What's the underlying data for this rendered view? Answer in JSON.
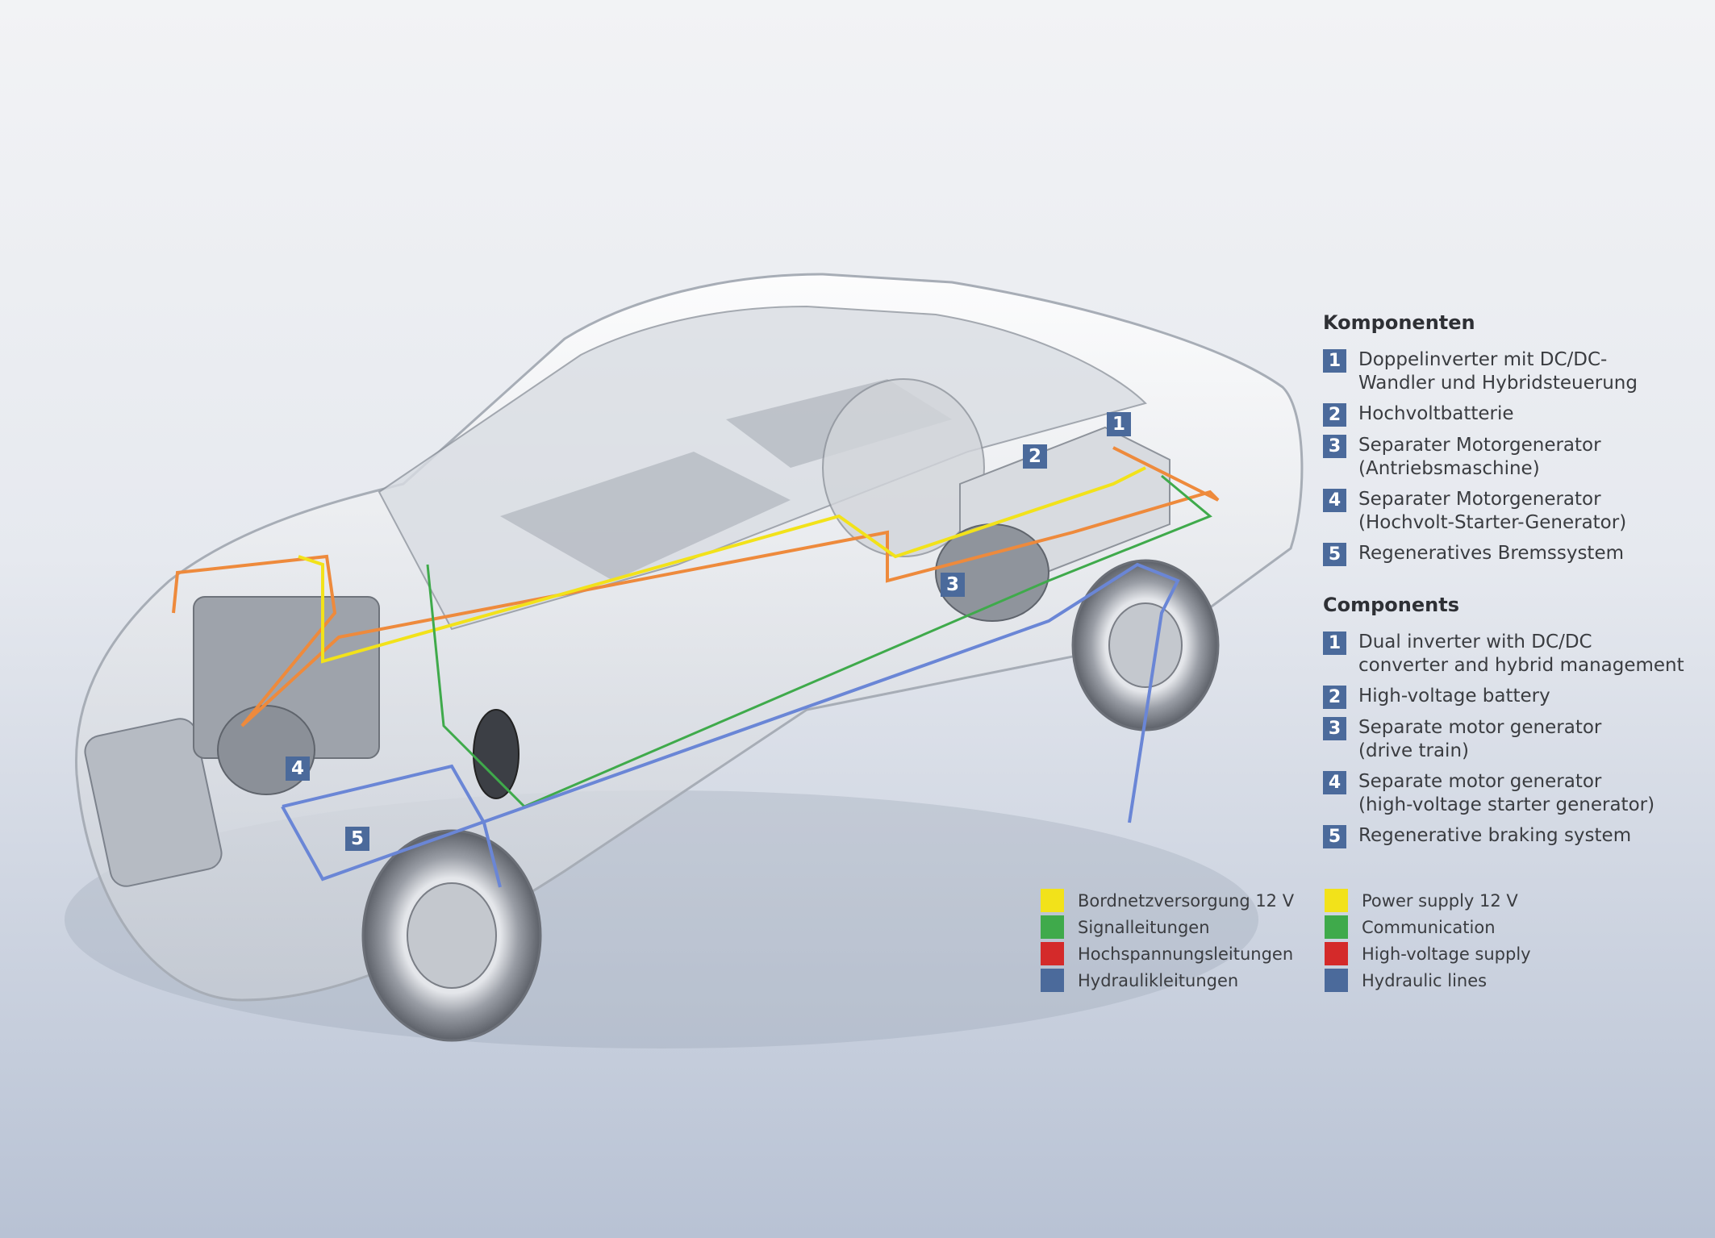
{
  "markers": [
    "1",
    "2",
    "3",
    "4",
    "5"
  ],
  "legend_de": {
    "heading": "Komponenten",
    "items": [
      {
        "number": "1",
        "lines": [
          "Doppelinverter mit DC/DC-",
          "Wandler und Hybridsteuerung"
        ]
      },
      {
        "number": "2",
        "lines": [
          "Hochvoltbatterie"
        ]
      },
      {
        "number": "3",
        "lines": [
          "Separater Motorgenerator",
          "(Antriebsmaschine)"
        ]
      },
      {
        "number": "4",
        "lines": [
          "Separater Motorgenerator",
          "(Hochvolt-Starter-Generator)"
        ]
      },
      {
        "number": "5",
        "lines": [
          "Regeneratives Bremssystem"
        ]
      }
    ]
  },
  "legend_en": {
    "heading": "Components",
    "items": [
      {
        "number": "1",
        "lines": [
          "Dual inverter with DC/DC",
          "converter and hybrid management"
        ]
      },
      {
        "number": "2",
        "lines": [
          "High-voltage battery"
        ]
      },
      {
        "number": "3",
        "lines": [
          "Separate motor generator",
          "(drive train)"
        ]
      },
      {
        "number": "4",
        "lines": [
          "Separate motor generator",
          "(high-voltage starter generator)"
        ]
      },
      {
        "number": "5",
        "lines": [
          "Regenerative braking system"
        ]
      }
    ]
  },
  "wire_legend": {
    "de": [
      {
        "label": "Bordnetzversorgung 12 V",
        "color": "#f2e21a"
      },
      {
        "label": "Signalleitungen",
        "color": "#3faa4b"
      },
      {
        "label": "Hochspannungsleitungen",
        "color": "#d42a2a"
      },
      {
        "label": "Hydraulikleitungen",
        "color": "#4b6a9b"
      }
    ],
    "en": [
      {
        "label": "Power supply 12 V",
        "color": "#f2e21a"
      },
      {
        "label": "Communication",
        "color": "#3faa4b"
      },
      {
        "label": "High-voltage supply",
        "color": "#d42a2a"
      },
      {
        "label": "Hydraulic lines",
        "color": "#4b6a9b"
      }
    ]
  },
  "colors": {
    "marker": "#4b6a9b",
    "orange_line": "#ee8a3c",
    "yellow_line": "#f2e21a",
    "green_line": "#3faa4b",
    "blue_line": "#6a86d6"
  }
}
